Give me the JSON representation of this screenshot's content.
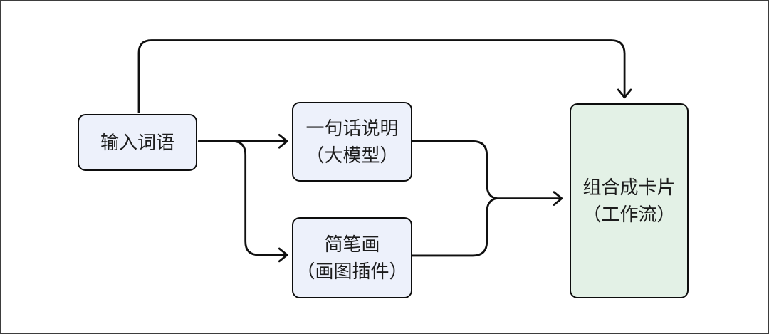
{
  "diagram": {
    "type": "flowchart",
    "background": "#ffffff",
    "frame_border_color": "#3d3d3d",
    "stroke_color": "#101010",
    "node_border_color": "#0d0d0d",
    "text_color": "#1c1c1c",
    "nodes": [
      {
        "id": "input-words",
        "lines": [
          "输入词语"
        ],
        "fill": "#edf1fb"
      },
      {
        "id": "one-sentence-caption",
        "lines": [
          "一句话说明",
          "（大模型）"
        ],
        "fill": "#edf1fb"
      },
      {
        "id": "simple-sketch",
        "lines": [
          "简笔画",
          "（画图插件）"
        ],
        "fill": "#edf1fb"
      },
      {
        "id": "combine-into-card",
        "lines": [
          "组合成卡片",
          "（工作流）"
        ],
        "fill": "#e3f1e6"
      }
    ],
    "edges": [
      {
        "from": "input-words",
        "to": "combine-into-card",
        "route": "top-loop",
        "arrowhead": "open-chevron"
      },
      {
        "from": "input-words",
        "to": "one-sentence-caption",
        "route": "straight",
        "arrowhead": "open-chevron"
      },
      {
        "from": "input-words",
        "to": "simple-sketch",
        "route": "branch-down",
        "arrowhead": "open-chevron"
      },
      {
        "from": "one-sentence-caption",
        "to": "combine-into-card",
        "route": "merge",
        "arrowhead": "open-chevron"
      },
      {
        "from": "simple-sketch",
        "to": "combine-into-card",
        "route": "merge",
        "arrowhead": "open-chevron"
      }
    ]
  }
}
